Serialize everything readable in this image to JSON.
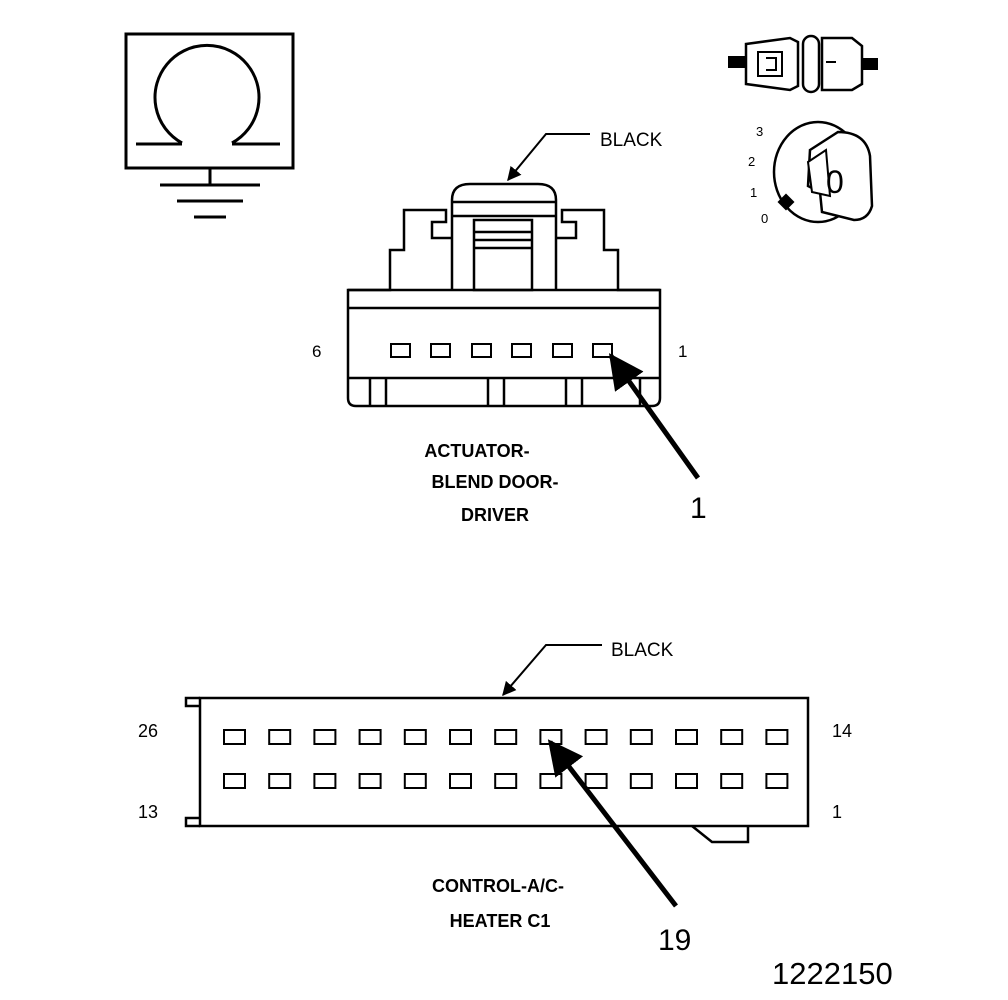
{
  "ohmmeter_symbol": {
    "icon": "ohmmeter-ground-icon"
  },
  "ignition_key": {
    "positions": [
      "3",
      "2",
      "1",
      "0"
    ],
    "key_label": "0",
    "icon": "ignition-key-icon"
  },
  "connector_icon": {
    "icon": "disconnected-connector-icon"
  },
  "actuator_connector": {
    "color_label": "BLACK",
    "pin_left": "6",
    "pin_right": "1",
    "callout": "1",
    "name_lines": [
      "ACTUATOR-",
      "BLEND DOOR-",
      "DRIVER"
    ]
  },
  "control_connector": {
    "color_label": "BLACK",
    "pin_top_left": "26",
    "pin_top_right": "14",
    "pin_bottom_left": "13",
    "pin_bottom_right": "1",
    "callout": "19",
    "name_lines": [
      "CONTROL-A/C-",
      "HEATER C1"
    ]
  },
  "figure_number": "1222150"
}
